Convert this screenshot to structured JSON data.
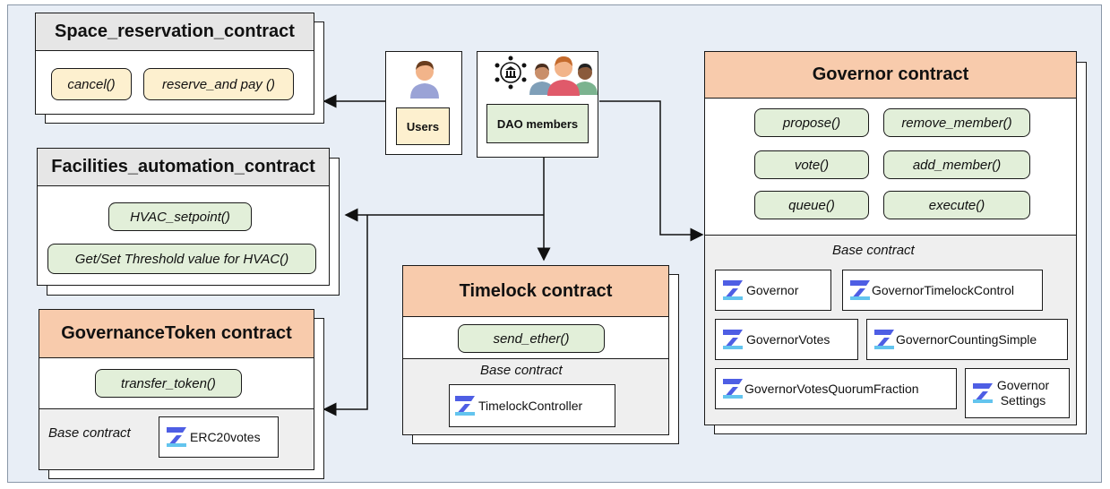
{
  "actors": {
    "users": "Users",
    "dao_members": "DAO members"
  },
  "space_reservation": {
    "title": "Space_reservation_contract",
    "functions": [
      "cancel()",
      "reserve_and pay ()"
    ]
  },
  "facilities": {
    "title": "Facilities_automation_contract",
    "functions": [
      "HVAC_setpoint()",
      "Get/Set Threshold value for HVAC()"
    ]
  },
  "governance_token": {
    "title": "GovernanceToken contract",
    "functions": [
      "transfer_token()"
    ],
    "base_label": "Base contract",
    "base_items": [
      "ERC20votes"
    ]
  },
  "timelock": {
    "title": "Timelock contract",
    "functions": [
      "send_ether()"
    ],
    "base_label": "Base contract",
    "base_items": [
      "TimelockController"
    ]
  },
  "governor": {
    "title": "Governor contract",
    "functions": [
      "propose()",
      "remove_member()",
      "vote()",
      "add_member()",
      "queue()",
      "execute()"
    ],
    "base_label": "Base contract",
    "base_items": [
      "Governor",
      "GovernorTimelockControl",
      "GovernorVotes",
      "GovernorCountingSimple",
      "GovernorVotesQuorumFraction",
      "Governor Settings"
    ]
  },
  "colors": {
    "header_orange": "#f8cbac",
    "header_gray": "#e6e6e6",
    "function_green": "#e2efd9",
    "function_yellow": "#fdf0cf",
    "background": "#e8eef6",
    "openzeppelin_logo": "#4e5ee4"
  },
  "icons": [
    "user-icon",
    "bank-network-icon",
    "group-people-icon",
    "openzeppelin-logo-icon"
  ]
}
